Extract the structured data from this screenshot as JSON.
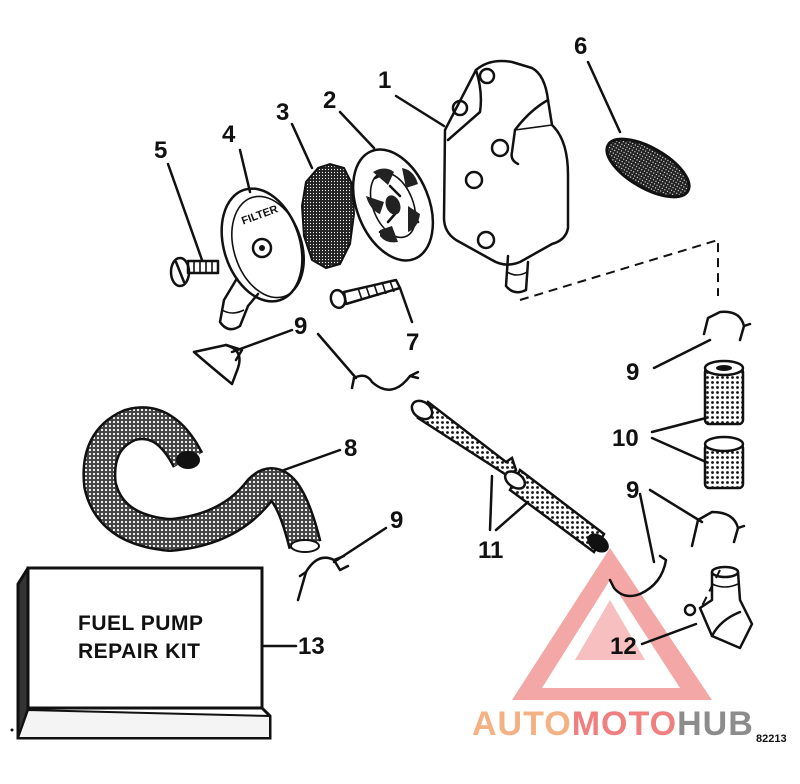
{
  "callouts": [
    {
      "id": "1",
      "label": "1"
    },
    {
      "id": "2",
      "label": "2"
    },
    {
      "id": "3",
      "label": "3"
    },
    {
      "id": "4",
      "label": "4"
    },
    {
      "id": "5",
      "label": "5"
    },
    {
      "id": "6",
      "label": "6"
    },
    {
      "id": "7",
      "label": "7"
    },
    {
      "id": "8",
      "label": "8"
    },
    {
      "id": "9a",
      "label": "9"
    },
    {
      "id": "9b",
      "label": "9"
    },
    {
      "id": "9c",
      "label": "9"
    },
    {
      "id": "9d",
      "label": "9"
    },
    {
      "id": "10",
      "label": "10"
    },
    {
      "id": "11",
      "label": "11"
    },
    {
      "id": "12",
      "label": "12"
    },
    {
      "id": "13",
      "label": "13"
    }
  ],
  "repair_kit": {
    "line1": "FUEL PUMP",
    "line2": "REPAIR KIT"
  },
  "filter_stamp": "FILTER",
  "figure_code": "82213",
  "watermark": {
    "part1": "AUTO",
    "part2": "MOTO",
    "part3": "HUB",
    "colors": {
      "auto": "#f4b183",
      "moto": "#f08080",
      "hub": "#8c8c8c",
      "triangle": "#f08a8a"
    }
  }
}
